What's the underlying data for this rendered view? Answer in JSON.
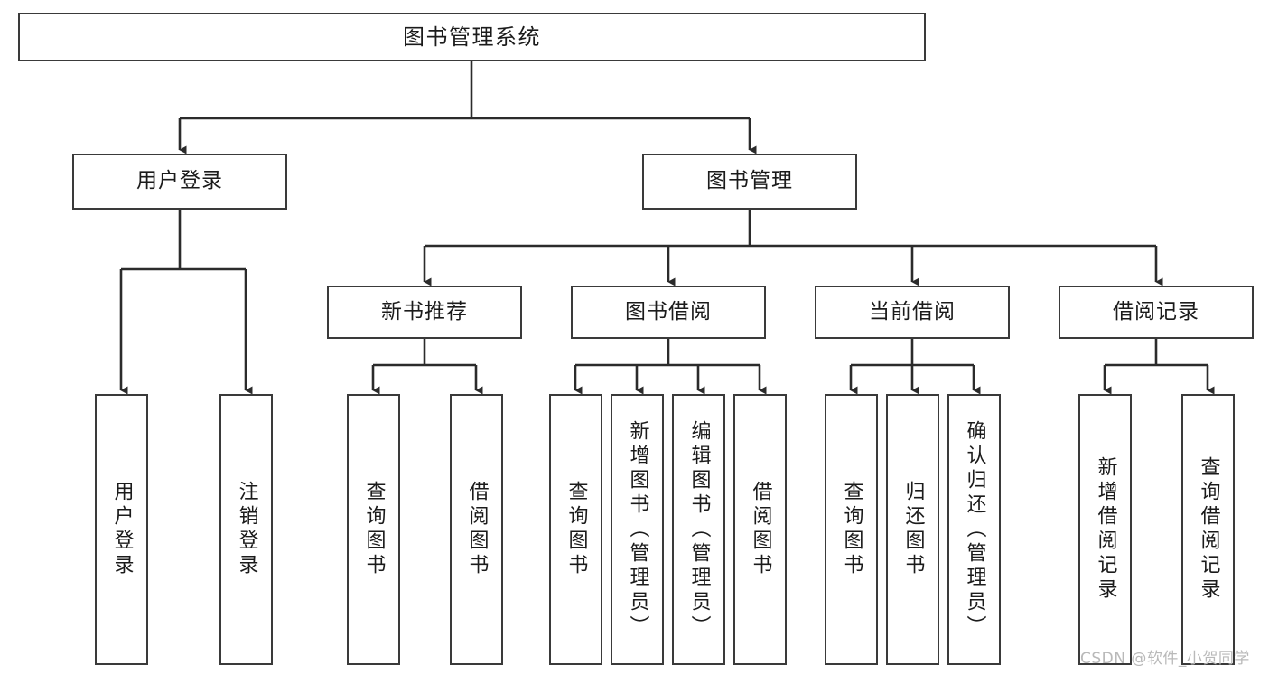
{
  "diagram": {
    "title": "图书管理系统",
    "type": "functional-structure-tree",
    "watermark": "CSDN @软件_小贺同学",
    "colors": {
      "background": "#ffffff",
      "node_border": "#3a3a3a",
      "node_fill": "#ffffff",
      "connector": "#2b2b2b",
      "watermark": "#b9b9b9"
    },
    "nodes": {
      "root": {
        "label": "图书管理系统"
      },
      "level2": [
        {
          "label": "用户登录"
        },
        {
          "label": "图书管理"
        }
      ],
      "level3": [
        {
          "label": "新书推荐"
        },
        {
          "label": "图书借阅"
        },
        {
          "label": "当前借阅"
        },
        {
          "label": "借阅记录"
        }
      ],
      "leaves": {
        "user_login": [
          {
            "label": "用户登录"
          },
          {
            "label": "注销登录"
          }
        ],
        "new_book_recommend": [
          {
            "label": "查询图书"
          },
          {
            "label": "借阅图书"
          }
        ],
        "book_borrow": [
          {
            "label": "查询图书"
          },
          {
            "label": "新增图书（管理员）"
          },
          {
            "label": "编辑图书（管理员）"
          },
          {
            "label": "借阅图书"
          }
        ],
        "current_borrow": [
          {
            "label": "查询图书"
          },
          {
            "label": "归还图书"
          },
          {
            "label": "确认归还（管理员）"
          }
        ],
        "borrow_record": [
          {
            "label": "新增借阅记录"
          },
          {
            "label": "查询借阅记录"
          }
        ]
      }
    }
  }
}
